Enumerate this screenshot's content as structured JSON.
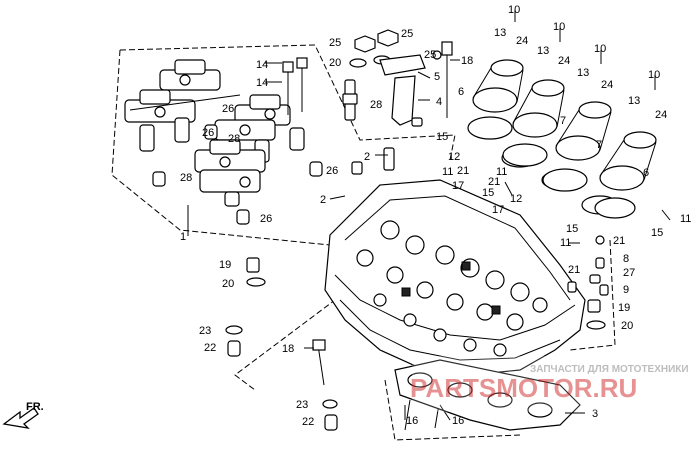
{
  "diagram": {
    "callouts": {
      "c1": "1",
      "c2a": "2",
      "c2b": "2",
      "c3": "3",
      "c4": "4",
      "c5": "5",
      "c6a": "6",
      "c6b": "6",
      "c7a": "7",
      "c7b": "7",
      "c8": "8",
      "c9": "9",
      "c10a": "10",
      "c10b": "10",
      "c10c": "10",
      "c10d": "10",
      "c11a": "11",
      "c11b": "11",
      "c11c": "11",
      "c11d": "11",
      "c12a": "12",
      "c12b": "12",
      "c13a": "13",
      "c13b": "13",
      "c13c": "13",
      "c13d": "13",
      "c14a": "14",
      "c14b": "14",
      "c15a": "15",
      "c15b": "15",
      "c15c": "15",
      "c15d": "15",
      "c16a": "16",
      "c16b": "16",
      "c17a": "17",
      "c17b": "17",
      "c18a": "18",
      "c18b": "18",
      "c19a": "19",
      "c19b": "19",
      "c20a": "20",
      "c20b": "20",
      "c20c": "20",
      "c21a": "21",
      "c21b": "21",
      "c21c": "21",
      "c21d": "21",
      "c22a": "22",
      "c22b": "22",
      "c23a": "23",
      "c23b": "23",
      "c24a": "24",
      "c24b": "24",
      "c24c": "24",
      "c24d": "24",
      "c25a": "25",
      "c25b": "25",
      "c25c": "25",
      "c26a": "26",
      "c26b": "26",
      "c26c": "26",
      "c26d": "26",
      "c27": "27",
      "c28a": "28",
      "c28b": "28",
      "c28c": "28"
    },
    "front_label": "FR.",
    "watermark": {
      "brand": "PARTSMOTOR.RU",
      "subtitle": "ЗАПЧАСТИ ДЛЯ МОТОТЕХНИКИ"
    }
  }
}
